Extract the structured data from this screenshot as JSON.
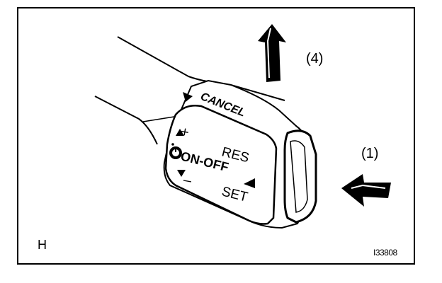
{
  "figure": {
    "corner_letter": "H",
    "reference_code": "I33808"
  },
  "callouts": {
    "step_4": "(4)",
    "step_1": "(1)"
  },
  "lever_labels": {
    "cancel": "CANCEL",
    "res": "RES",
    "on_off": "ON-OFF",
    "set": "SET",
    "plus": "+",
    "minus": "–"
  },
  "colors": {
    "ink": "#000000",
    "paper": "#ffffff"
  },
  "icons": {
    "up_arrow": "thick-arrow-up",
    "left_arrow": "thick-arrow-left",
    "cruise_symbol": "speedometer-icon"
  }
}
